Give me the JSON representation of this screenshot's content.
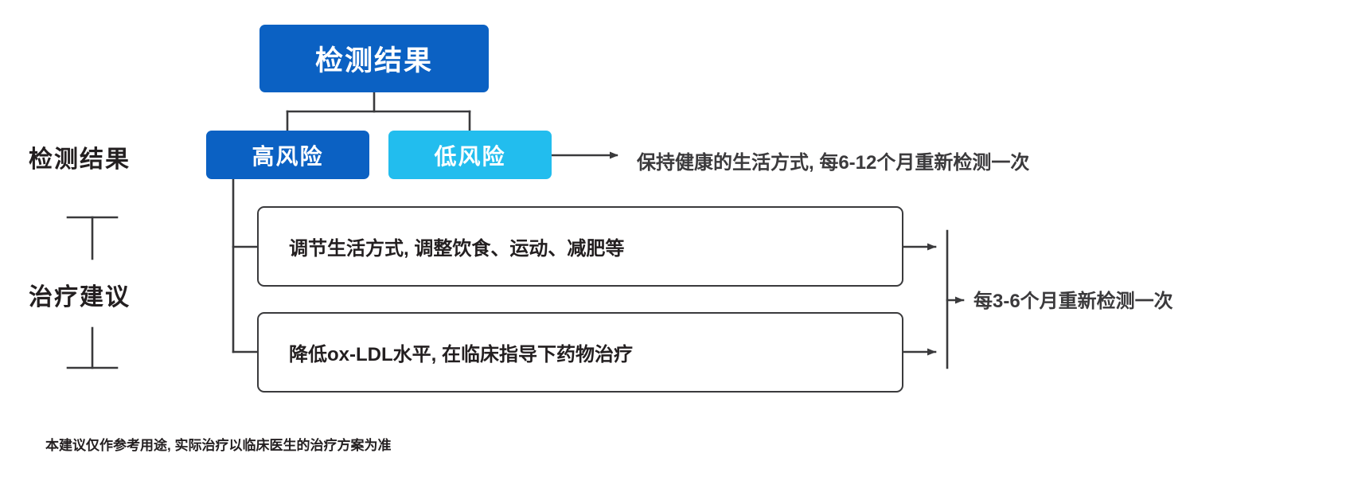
{
  "diagram": {
    "title_box": {
      "label": "检测结果"
    },
    "branches": [
      {
        "id": "high-risk",
        "label": "高风险",
        "color": "#0B61C3"
      },
      {
        "id": "low-risk",
        "label": "低风险",
        "color": "#22BDEE"
      }
    ],
    "side_labels": [
      {
        "id": "results",
        "label": "检测结果"
      },
      {
        "id": "treatment-advice",
        "label": "治疗建议"
      }
    ],
    "advice_boxes": [
      {
        "id": "lifestyle",
        "label": "调节生活方式, 调整饮食、运动、减肥等"
      },
      {
        "id": "medication",
        "label": "降低ox-LDL水平, 在临床指导下药物治疗"
      }
    ],
    "flow_texts": [
      {
        "id": "low-risk-action",
        "label": "保持健康的生活方式, 每6-12个月重新检测一次"
      },
      {
        "id": "merge-action",
        "label": "每3-6个月重新检测一次"
      }
    ],
    "footer": {
      "label": "本建议仅作参考用途, 实际治疗以临床医生的治疗方案为准"
    },
    "colors": {
      "primary_blue": "#0B61C3",
      "accent_cyan": "#22BDEE",
      "line": "#3A3A3C",
      "text_dark": "#231f20",
      "background": "#ffffff"
    }
  }
}
